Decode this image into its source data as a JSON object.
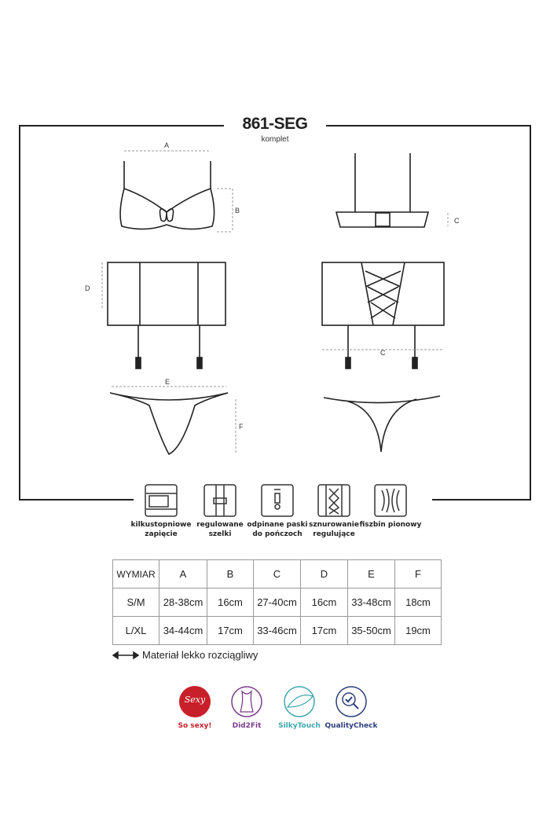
{
  "header": {
    "title": "861-SEG",
    "subtitle": "komplet"
  },
  "dimension_labels": [
    "A",
    "B",
    "C",
    "C",
    "D",
    "E",
    "F"
  ],
  "features": [
    {
      "icon": "multi-step-clasp-icon",
      "label1": "kilkustopniowe",
      "label2": "zapięcie"
    },
    {
      "icon": "adjustable-strap-icon",
      "label1": "regulowane",
      "label2": "szelki"
    },
    {
      "icon": "detachable-garter-icon",
      "label1": "odpinane paski",
      "label2": "do pończoch"
    },
    {
      "icon": "lacing-icon",
      "label1": "sznurowanie",
      "label2": "regulujące"
    },
    {
      "icon": "vertical-boning-icon",
      "label1": "fiszbin pionowy",
      "label2": ""
    }
  ],
  "size_table": {
    "headers": [
      "WYMIAR",
      "A",
      "B",
      "C",
      "D",
      "E",
      "F"
    ],
    "rows": [
      [
        "S/M",
        "28-38cm",
        "16cm",
        "27-40cm",
        "16cm",
        "33-48cm",
        "18cm"
      ],
      [
        "L/XL",
        "34-44cm",
        "17cm",
        "33-46cm",
        "17cm",
        "35-50cm",
        "19cm"
      ]
    ]
  },
  "note": "Materiał lekko rozciągliwy",
  "badges": [
    {
      "icon": "sexy-badge-icon",
      "text": "Sexy",
      "label": "So sexy!",
      "color": "#c8202a"
    },
    {
      "icon": "dress-fit-icon",
      "label": "Did2Fit",
      "color": "#7a3d8c"
    },
    {
      "icon": "feather-icon",
      "label": "SilkyTouch",
      "color": "#3fa7b0"
    },
    {
      "icon": "magnifier-check-icon",
      "label": "QualityCheck",
      "color": "#2d3f7a"
    }
  ]
}
